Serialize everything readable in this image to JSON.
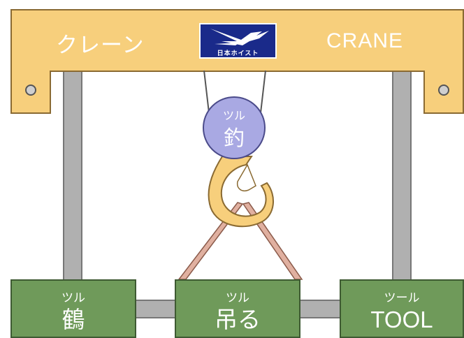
{
  "beam": {
    "left_text": "クレーン",
    "right_text": "CRANE",
    "logo_text": "日本ホイスト"
  },
  "hook_ball": {
    "ruby": "ツル",
    "text": "釣"
  },
  "boxes": [
    {
      "ruby": "ツル",
      "text": "鶴"
    },
    {
      "ruby": "ツル",
      "text": "吊る"
    },
    {
      "ruby": "ツール",
      "text": "TOOL"
    }
  ],
  "colors": {
    "beam": "#f7cf7c",
    "pillar": "#b0b0b0",
    "box": "#6f9a5a",
    "hook_ball": "#a9a9e3",
    "hook": "#f7cf7c",
    "sling": "#e0b0a0",
    "logo_bg": "#1a2a8a"
  },
  "icons": [
    "crane-bird-icon",
    "bolt-icon",
    "hook-icon"
  ]
}
